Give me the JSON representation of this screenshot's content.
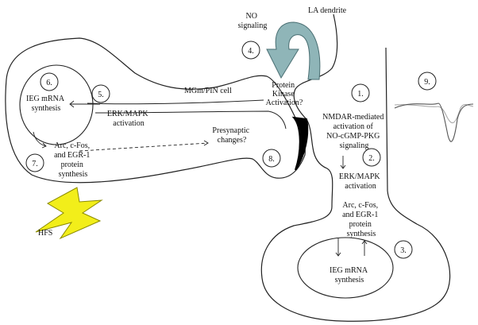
{
  "labels": {
    "la_dendrite": "LA dendrite",
    "no_signaling": [
      "NO",
      "signaling"
    ],
    "mgm_pin_cell": "MGm/PIN cell",
    "protein_kinase": [
      "Protein",
      "Kinase",
      "Activation?"
    ],
    "ieg_left": [
      "IEG mRNA",
      "synthesis"
    ],
    "erk_left": [
      "ERK/MAPK",
      "activation"
    ],
    "arc_left": [
      "Arc, c-Fos,",
      "and EGR-1",
      "protein",
      "synthesis"
    ],
    "presynaptic": [
      "Presynaptic",
      "changes?"
    ],
    "nmdar": [
      "NMDAR-mediated",
      "activation of",
      "NO-cGMP-PKG",
      "signaling"
    ],
    "erk_right": [
      "ERK/MAPK",
      "activation"
    ],
    "arc_right": [
      "Arc, c-Fos,",
      "and EGR-1",
      "protein",
      "synthesis"
    ],
    "ieg_right": [
      "IEG mRNA",
      "synthesis"
    ],
    "hfs": "HFS"
  },
  "steps": [
    "1.",
    "2.",
    "3.",
    "4.",
    "5.",
    "6.",
    "7.",
    "8.",
    "9."
  ],
  "colors": {
    "arrow_fill": "#8fb5b8",
    "arrow_stroke": "#4a6f73",
    "lightning_fill": "#f2ee1a",
    "lightning_stroke": "#8a8a00",
    "trace_dark": "#555555",
    "trace_light": "#aaaaaa",
    "cleft_mark": "#000000"
  }
}
